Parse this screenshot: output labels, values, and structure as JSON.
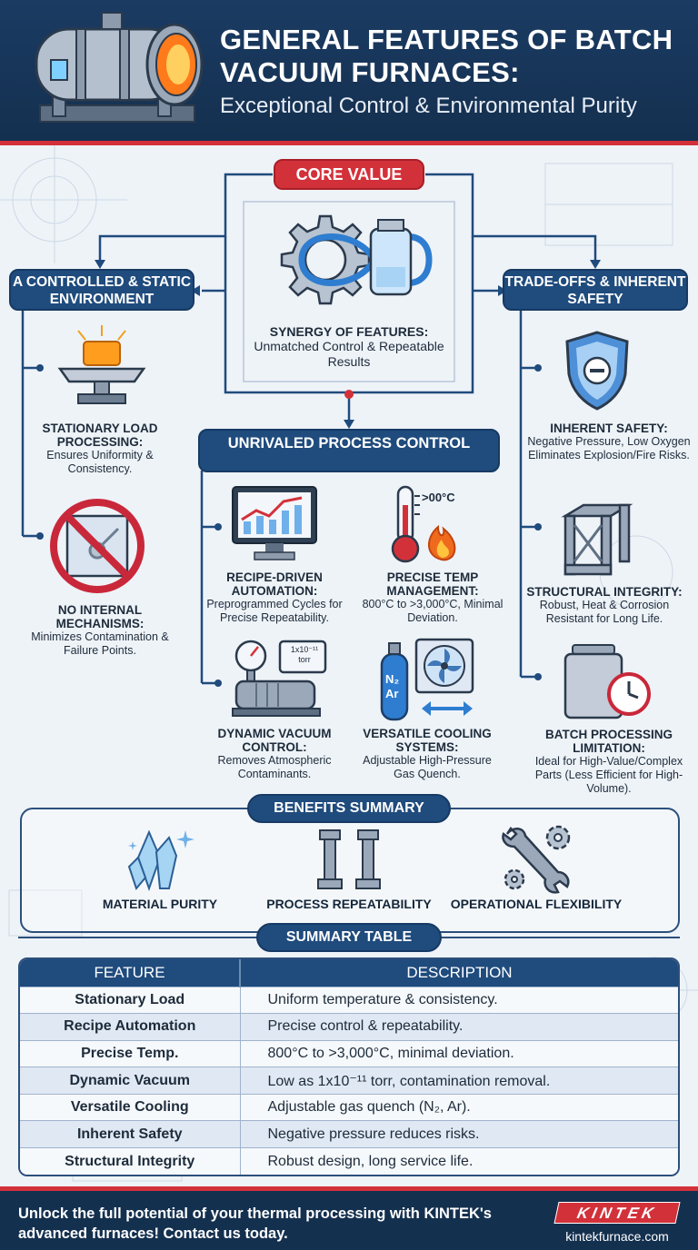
{
  "header": {
    "title": "GENERAL FEATURES OF BATCH VACUUM FURNACES:",
    "subtitle": "Exceptional Control & Environmental Purity"
  },
  "core": {
    "label": "CORE VALUE",
    "synergy_title": "SYNERGY OF FEATURES:",
    "synergy_desc": "Unmatched Control & Repeatable Results"
  },
  "left": {
    "heading": "A CONTROLLED & STATIC ENVIRONMENT",
    "items": [
      {
        "title": "STATIONARY LOAD PROCESSING:",
        "desc": "Ensures Uniformity & Consistency."
      },
      {
        "title": "NO INTERNAL MECHANISMS:",
        "desc": "Minimizes Contamination & Failure Points."
      }
    ]
  },
  "right": {
    "heading": "TRADE-OFFS & INHERENT SAFETY",
    "items": [
      {
        "title": "INHERENT SAFETY:",
        "desc": "Negative Pressure, Low Oxygen Eliminates Explosion/Fire Risks."
      },
      {
        "title": "STRUCTURAL INTEGRITY:",
        "desc": "Robust, Heat & Corrosion Resistant for Long Life."
      },
      {
        "title": "BATCH PROCESSING LIMITATION:",
        "desc": "Ideal for High-Value/Complex Parts (Less Efficient for High-Volume)."
      }
    ]
  },
  "center": {
    "heading": "UNRIVALED PROCESS CONTROL",
    "items": [
      {
        "title": "RECIPE-DRIVEN AUTOMATION:",
        "desc": "Preprogrammed Cycles for Precise Repeatability."
      },
      {
        "title": "PRECISE TEMP MANAGEMENT:",
        "desc": "800°C to >3,000°C, Minimal Deviation."
      },
      {
        "title": "DYNAMIC VACUUM CONTROL:",
        "desc": "Removes Atmospheric Contaminants."
      },
      {
        "title": "VERSATILE COOLING SYSTEMS:",
        "desc": "Adjustable High-Pressure Gas Quench."
      }
    ],
    "thermo_label": ">00°C",
    "gauge_label": "1x10⁻¹¹ torr",
    "gas_label_1": "N₂",
    "gas_label_2": "Ar"
  },
  "benefits": {
    "heading": "BENEFITS SUMMARY",
    "items": [
      "MATERIAL PURITY",
      "PROCESS REPEATABILITY",
      "OPERATIONAL FLEXIBILITY"
    ]
  },
  "summary_table": {
    "heading": "SUMMARY TABLE",
    "columns": [
      "FEATURE",
      "DESCRIPTION"
    ],
    "rows": [
      [
        "Stationary Load",
        "Uniform temperature & consistency."
      ],
      [
        "Recipe Automation",
        "Precise control & repeatability."
      ],
      [
        "Precise Temp.",
        "800°C to >3,000°C, minimal deviation."
      ],
      [
        "Dynamic Vacuum",
        "Low as 1x10⁻¹¹ torr, contamination removal."
      ],
      [
        "Versatile Cooling",
        "Adjustable gas quench (N₂, Ar)."
      ],
      [
        "Inherent Safety",
        "Negative pressure reduces risks."
      ],
      [
        "Structural Integrity",
        "Robust design, long service life."
      ]
    ]
  },
  "footer": {
    "message": "Unlock the full potential of your thermal processing with KINTEK's advanced furnaces! Contact us today.",
    "logo": "KINTEK",
    "url": "kintekfurnace.com"
  },
  "colors": {
    "navy": "#1f4b7d",
    "red": "#d3313a",
    "dark_navy": "#14304f"
  }
}
